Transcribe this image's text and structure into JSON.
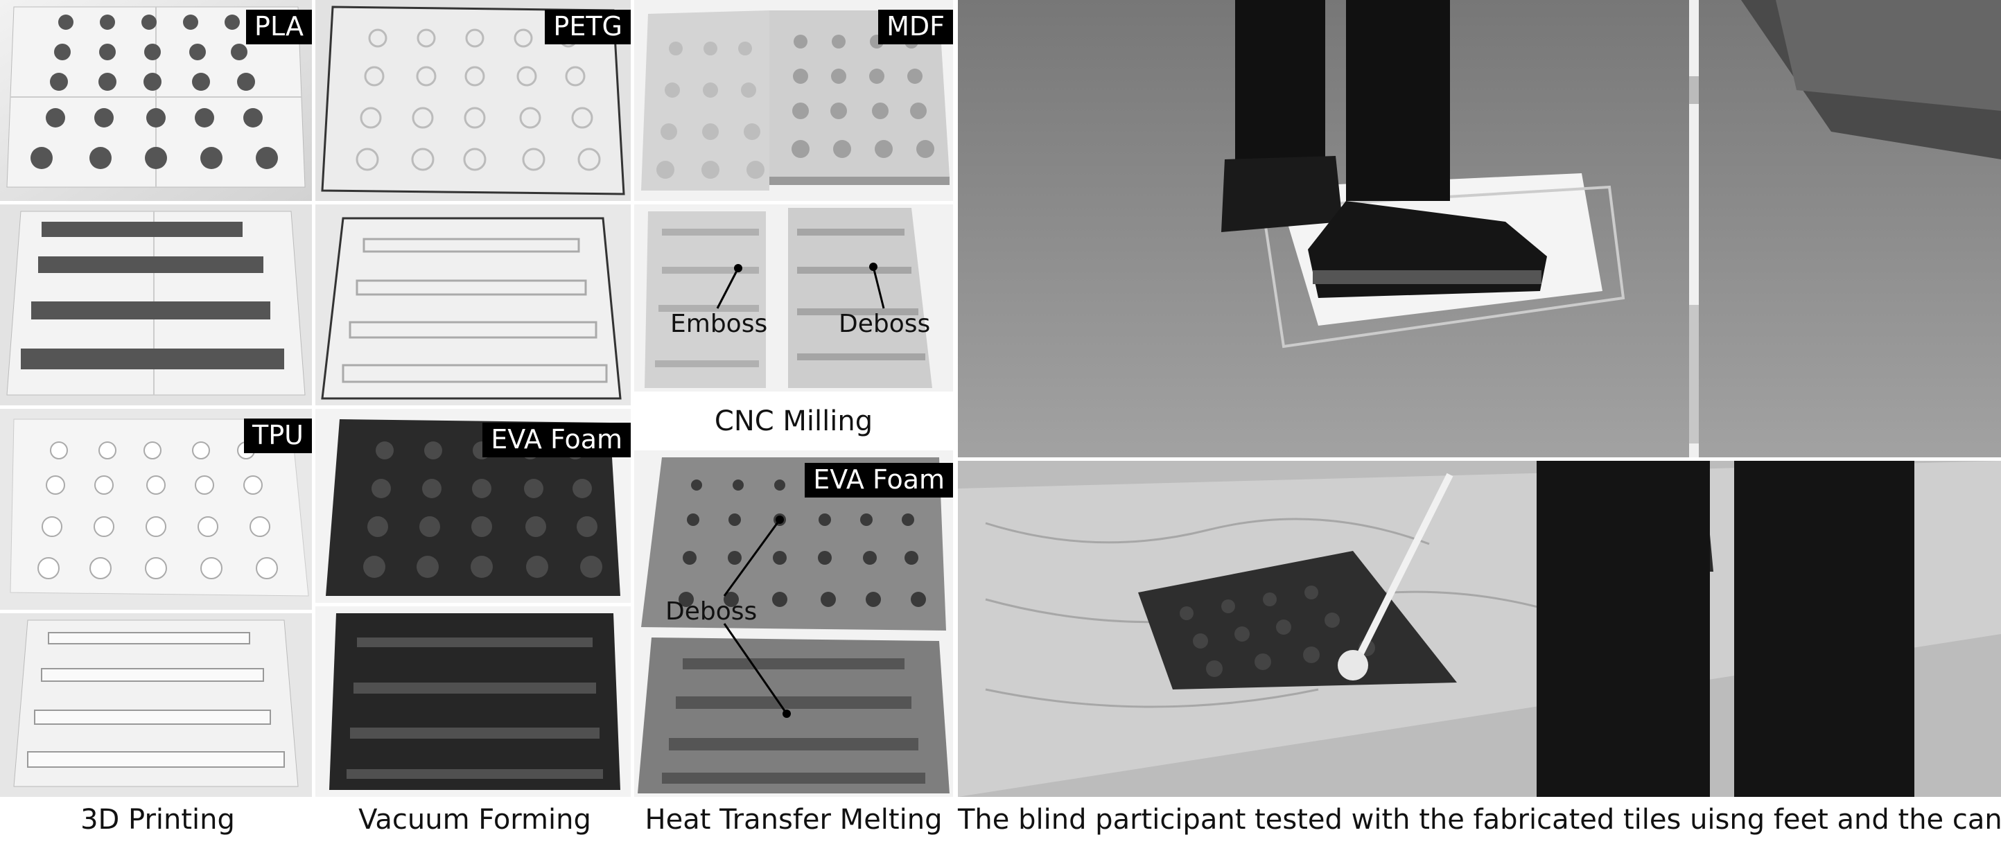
{
  "labels": {
    "pla": "PLA",
    "petg": "PETG",
    "mdf": "MDF",
    "tpu": "TPU",
    "eva_foam_vacuum": "EVA Foam",
    "eva_foam_heat": "EVA Foam"
  },
  "annotations": {
    "emboss": "Emboss",
    "deboss_mdf": "Deboss",
    "deboss_eva": "Deboss"
  },
  "captions": {
    "printing": "3D Printing",
    "vacuum": "Vacuum Forming",
    "cnc": "CNC Milling",
    "heat": "Heat Transfer Melting",
    "participant": "The blind participant tested with the fabricated tiles uisng feet and the cane"
  }
}
